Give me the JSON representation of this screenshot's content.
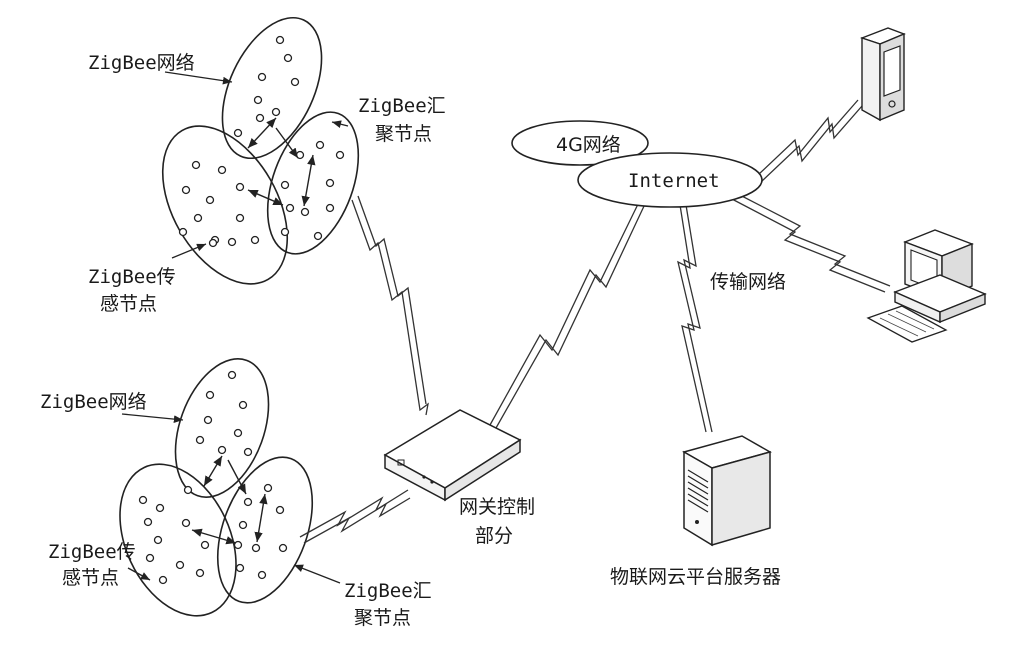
{
  "labels": {
    "zigbee_network_top": "ZigBee网络",
    "zigbee_sink_top_line1": "ZigBee汇",
    "zigbee_sink_top_line2": "聚节点",
    "zigbee_sensor_top_line1": "ZigBee传",
    "zigbee_sensor_top_line2": "感节点",
    "zigbee_network_bottom": "ZigBee网络",
    "zigbee_sensor_bottom_line1": "ZigBee传",
    "zigbee_sensor_bottom_line2": "感节点",
    "zigbee_sink_bottom_line1": "ZigBee汇",
    "zigbee_sink_bottom_line2": "聚节点",
    "network_4g": "4G网络",
    "internet": "Internet",
    "transport_network": "传输网络",
    "gateway_line1": "网关控制",
    "gateway_line2": "部分",
    "cloud_server": "物联网云平台服务器"
  },
  "icons": [
    "pda-icon",
    "desktop-computer-icon",
    "tower-server-icon",
    "gateway-box-icon",
    "wireless-link-icon"
  ]
}
